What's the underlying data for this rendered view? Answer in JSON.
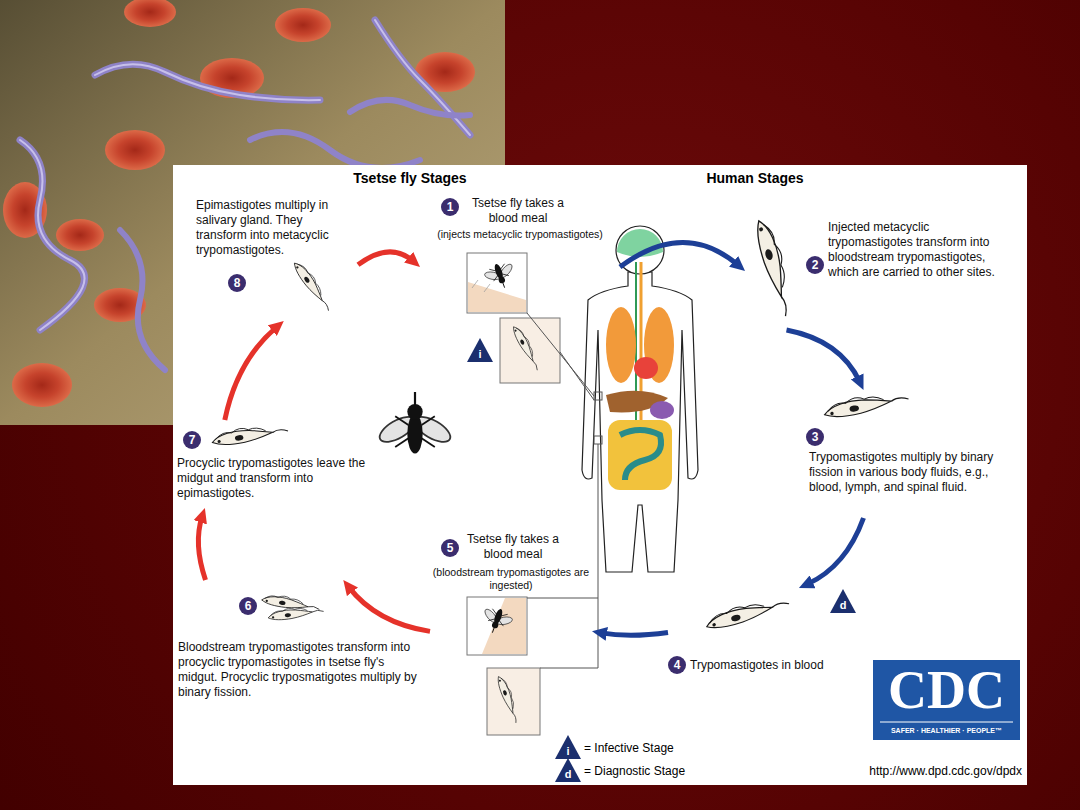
{
  "diagram": {
    "nodes": [
      {
        "text": [
          "1",
          "Tsetse fly takes a blood meal",
          "(injects metacyclic trypomastigotes)"
        ]
      },
      {
        "text": [
          "2",
          "Injected metacyclic trypomastigotes transform into bloodstream trypomastigotes, which are carried to other sites."
        ]
      },
      {
        "text": [
          "3",
          "Trypomastigotes multiply by binary fission in various body fluids, e.g., blood, lymph, and spinal fluid."
        ]
      },
      {
        "text": [
          "4",
          "Trypomastigotes in blood"
        ]
      },
      {
        "text": [
          "5",
          "Tsetse fly takes a blood meal",
          "(bloodstream trypomastigotes are ingested)"
        ]
      },
      {
        "text": [
          "6",
          "Bloodstream trypomastigotes transform into procyclic trypomastigotes in tsetse fly's midgut. Procyclic tryposmatigotes multiply by binary fission."
        ]
      },
      {
        "text": [
          "7",
          "Procyclic trypomastigotes leave the midgut and transform into epimastigotes."
        ]
      },
      {
        "text": [
          "8",
          "Epimastigotes multiply in salivary gland. They transform into metacyclic trypomastigotes."
        ]
      }
    ],
    "edges": [
      {
        "from": 0,
        "to": 1,
        "arrow": "to"
      },
      {
        "from": 1,
        "to": 2,
        "arrow": "to"
      },
      {
        "from": 2,
        "to": 3,
        "arrow": "to"
      },
      {
        "from": 3,
        "to": 4,
        "arrow": "to"
      },
      {
        "from": 4,
        "to": 5,
        "arrow": "to"
      },
      {
        "from": 5,
        "to": 6,
        "arrow": "to"
      },
      {
        "from": 6,
        "to": 7,
        "arrow": "to"
      },
      {
        "from": 7,
        "to": 0,
        "arrow": "to"
      }
    ],
    "labels": [
      "Tsetse fly Stages",
      "Human Stages",
      "i",
      "d",
      "i",
      "d",
      "CDC",
      "SAFER · HEALTHIER · PEOPLE™",
      "http://www.dpd.cdc.gov/dpdx"
    ],
    "legend": [
      {
        "text": "= Infective Stage"
      },
      {
        "text": "= Diagnostic Stage"
      }
    ]
  }
}
